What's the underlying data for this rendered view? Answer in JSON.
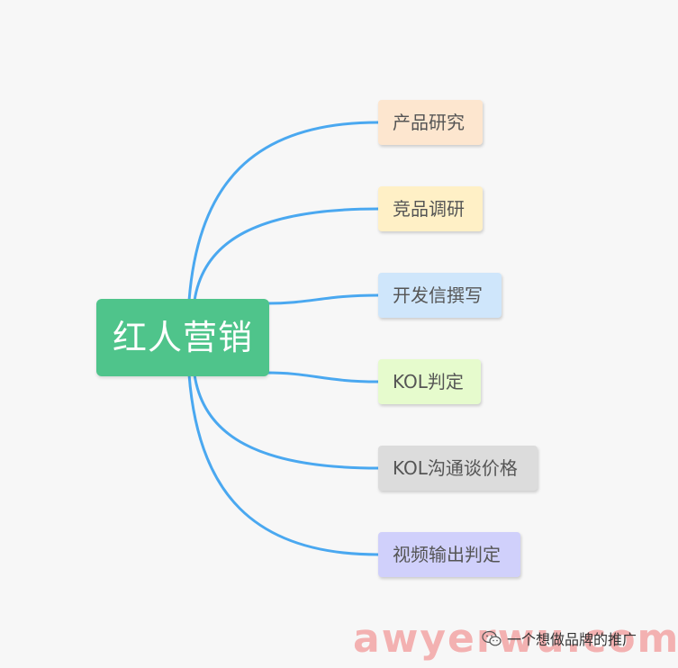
{
  "mindmap": {
    "root": {
      "label": "红人营销",
      "color": "#4fc48b"
    },
    "connector_color": "#4aa8f0",
    "children": [
      {
        "label": "产品研究",
        "color": "#fde6cf"
      },
      {
        "label": "竞品调研",
        "color": "#fff0c6"
      },
      {
        "label": "开发信撰写",
        "color": "#cfe6fb"
      },
      {
        "label": "KOL判定",
        "color": "#e6fbcd"
      },
      {
        "label": "KOL沟通谈价格",
        "color": "#dcdcdc"
      },
      {
        "label": "视频输出判定",
        "color": "#d0d0fb"
      }
    ]
  },
  "watermark": {
    "text": "awyerwu.com"
  },
  "badge": {
    "icon": "wechat-icon",
    "text": "一个想做品牌的推广"
  }
}
